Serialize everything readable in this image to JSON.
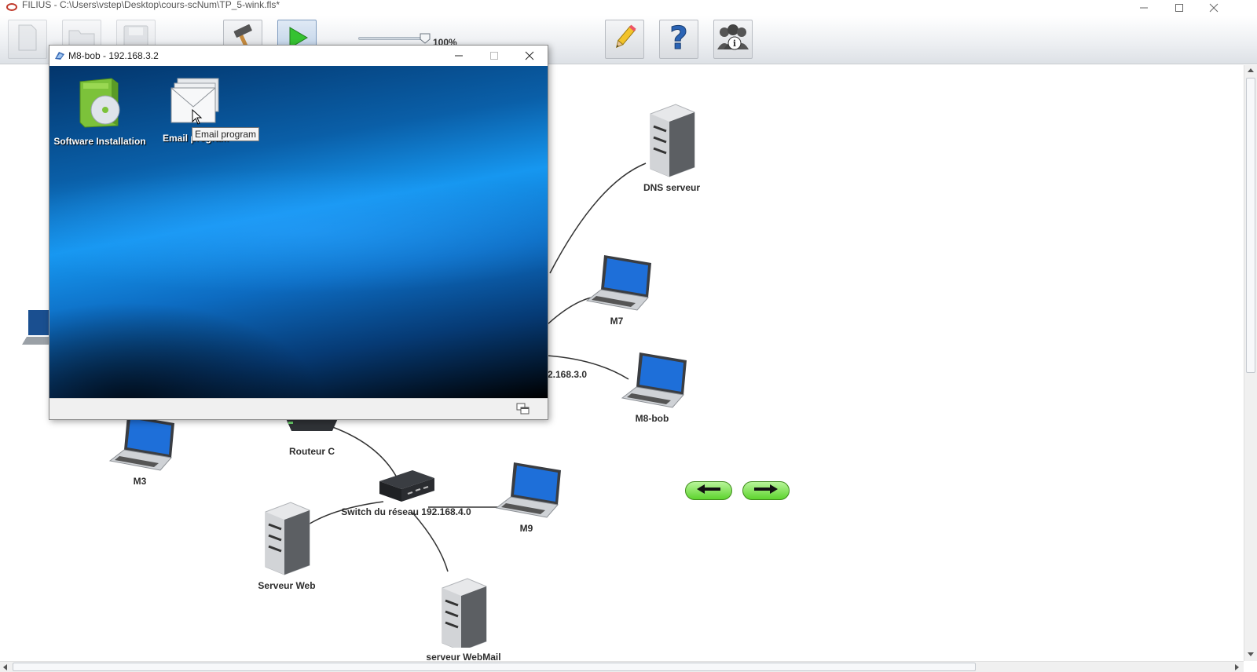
{
  "app": {
    "title": "FILIUS - C:\\Users\\vstep\\Desktop\\cours-scNum\\TP_5-wink.fls*"
  },
  "toolbar": {
    "zoom_label": "100%",
    "zoom_level": 1.0,
    "buttons": [
      {
        "name": "new-file",
        "icon": "blank-page-icon",
        "enabled": false
      },
      {
        "name": "open-file",
        "icon": "folder-icon",
        "enabled": false
      },
      {
        "name": "save-file",
        "icon": "floppy-disk-icon",
        "enabled": false
      },
      {
        "name": "design-mode",
        "icon": "hammer-icon",
        "enabled": true
      },
      {
        "name": "simulation-mode",
        "icon": "play-icon",
        "enabled": true
      },
      {
        "name": "documentation",
        "icon": "pencil-icon",
        "enabled": true
      },
      {
        "name": "help",
        "icon": "question-mark-icon",
        "enabled": true
      },
      {
        "name": "info",
        "icon": "people-info-icon",
        "enabled": true
      }
    ]
  },
  "network": {
    "nodes": {
      "dns": "DNS serveur",
      "m7": "M7",
      "m8": "M8-bob",
      "m3": "M3",
      "routeur_c": "Routeur C",
      "switch4": "Switch du réseau 192.168.4.0",
      "m9": "M9",
      "web": "Serveur Web",
      "webmail": "serveur WebMail"
    },
    "partial_network_label": "2.168.3.0"
  },
  "desktop_window": {
    "title": "M8-bob - 192.168.3.2",
    "icons": [
      {
        "label": "Software Installation",
        "icon": "software-cd-box-icon"
      },
      {
        "label": "Email program",
        "icon": "envelope-icon"
      }
    ],
    "tooltip": "Email program"
  },
  "colors": {
    "nav_button": "#5ed42e",
    "desktop_blue": "#1697f0"
  }
}
